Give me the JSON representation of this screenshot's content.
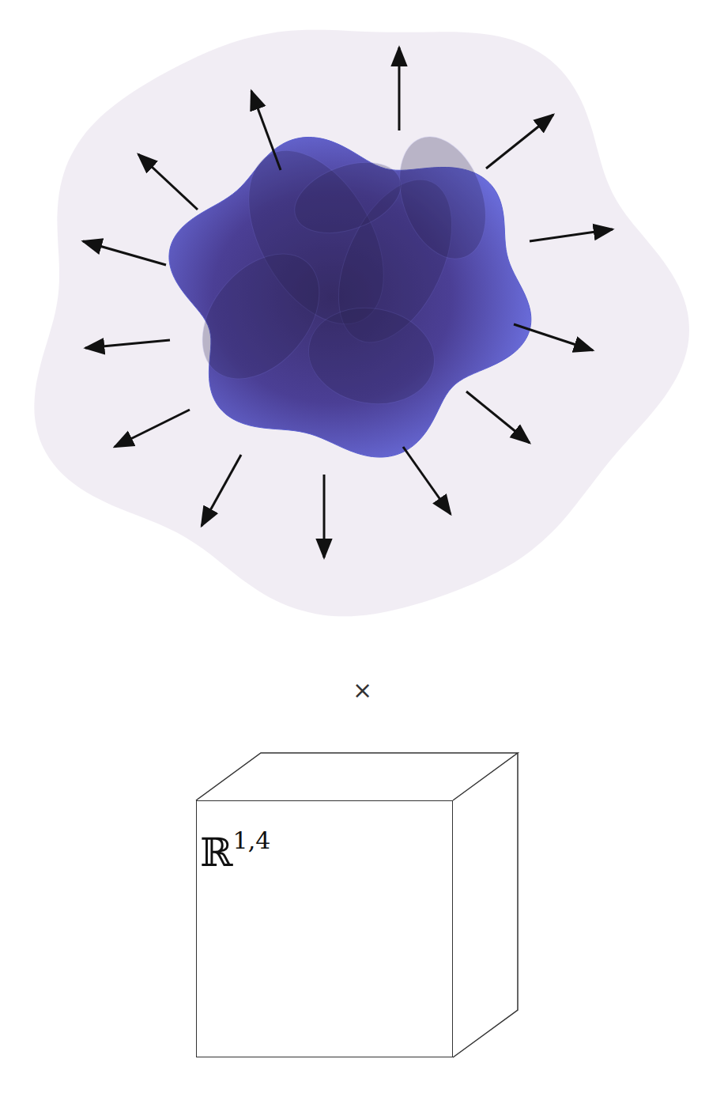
{
  "diagram": {
    "nodes": [
      {
        "text": [
          "ℝ",
          "1,4"
        ]
      }
    ],
    "labels": [
      "×"
    ]
  }
}
